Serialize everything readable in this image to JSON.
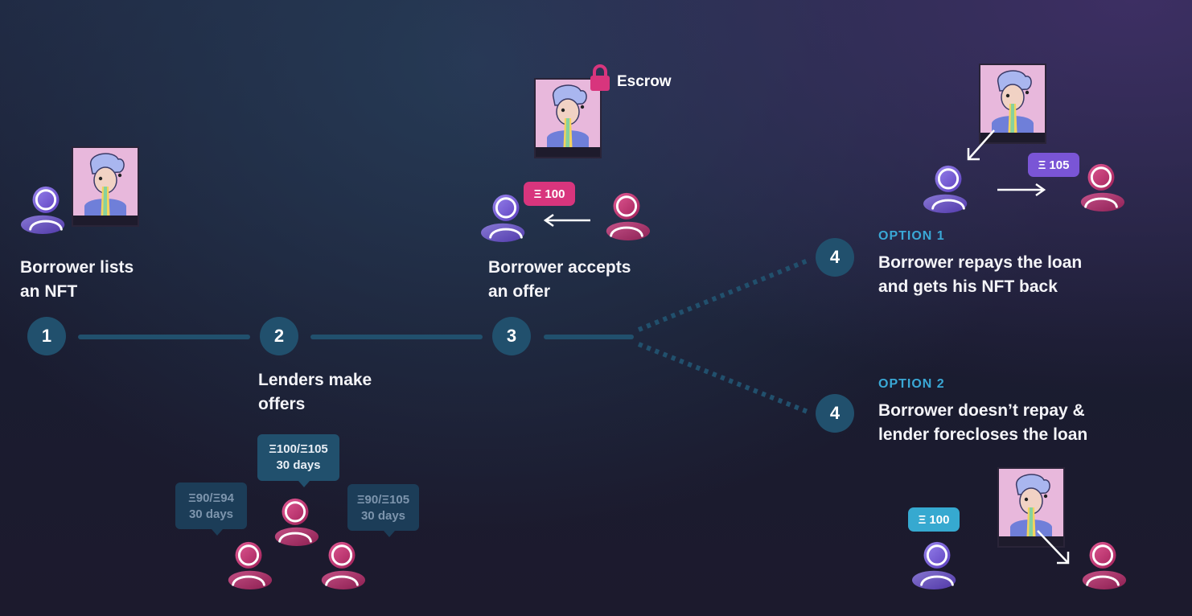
{
  "steps": {
    "s1": {
      "number": "1",
      "title_line1": "Borrower lists",
      "title_line2": "an NFT"
    },
    "s2": {
      "number": "2",
      "title_line1": "Lenders make",
      "title_line2": "offers"
    },
    "s3": {
      "number": "3",
      "title_line1": "Borrower accepts",
      "title_line2": "an offer"
    },
    "s4a": {
      "number": "4",
      "option": "OPTION 1",
      "title_line1": "Borrower repays the loan",
      "title_line2": "and gets his NFT back"
    },
    "s4b": {
      "number": "4",
      "option": "OPTION 2",
      "title_line1": "Borrower doesn’t repay &",
      "title_line2": "lender forecloses the loan"
    }
  },
  "escrow": {
    "label": "Escrow",
    "icon": "lock-icon"
  },
  "offers": [
    {
      "line1": "Ξ90/Ξ94",
      "line2": "30 days"
    },
    {
      "line1": "Ξ100/Ξ105",
      "line2": "30 days"
    },
    {
      "line1": "Ξ90/Ξ105",
      "line2": "30 days"
    }
  ],
  "badges": {
    "accepted": "Ξ 100",
    "repay": "Ξ 105",
    "foreclose": "Ξ 100"
  },
  "colors": {
    "borrower": "#7b5cd6",
    "lender": "#c8306f",
    "step_circle": "#21506d",
    "option_label": "#3aa8d6",
    "badge_pink": "#d8357d",
    "badge_purple": "#7a55d6",
    "badge_cyan": "#36a9d0"
  }
}
